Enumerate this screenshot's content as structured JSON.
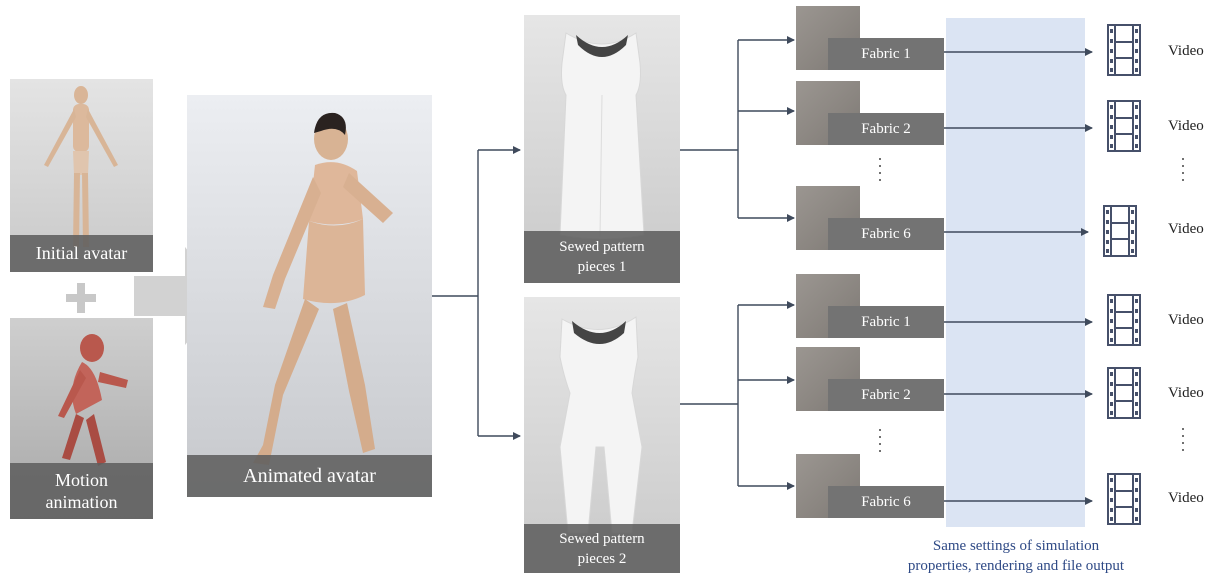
{
  "panels": {
    "initial_avatar": "Initial avatar",
    "motion_animation": "Motion\nanimation",
    "animated_avatar": "Animated avatar",
    "sewed_pattern_1": "Sewed pattern\npieces 1",
    "sewed_pattern_2": "Sewed pattern\npieces 2"
  },
  "fabrics": {
    "group1": [
      "Fabric 1",
      "Fabric 2",
      "Fabric 6"
    ],
    "group2": [
      "Fabric 1",
      "Fabric 2",
      "Fabric 6"
    ]
  },
  "video_label": "Video",
  "ellipsis": "⋮",
  "settings_note": "Same settings of simulation\nproperties, rendering and file output",
  "colors": {
    "settings_band": "#dbe4f3",
    "arrow": "#3f4a5c",
    "caption_bg": "#5f5f5f",
    "fabric_label_bg": "#737373"
  }
}
